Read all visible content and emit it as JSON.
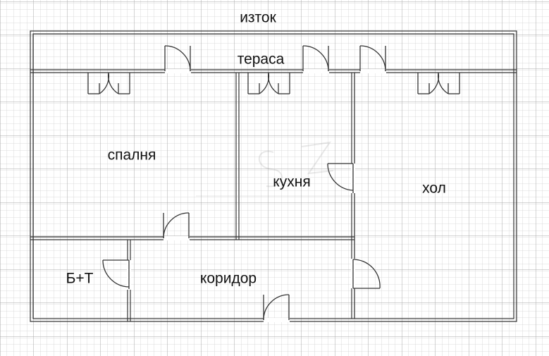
{
  "plan": {
    "orientation_label": "изток",
    "rooms": {
      "terrace": "тераса",
      "bedroom": "спалня",
      "kitchen": "кухня",
      "living": "хол",
      "bathroom": "Б+Т",
      "corridor": "коридор"
    }
  },
  "colors": {
    "grid": "#c8c8c8",
    "wall": "#333333",
    "background": "#ffffff",
    "watermark": "#9a9a9a"
  }
}
